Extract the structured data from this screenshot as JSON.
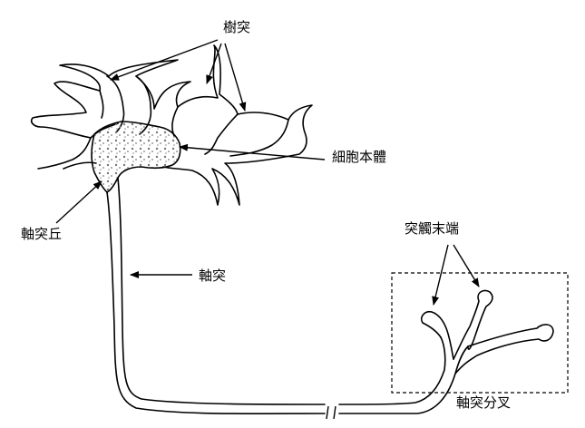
{
  "labels": {
    "dendrite": "樹突",
    "cell_body": "細胞本體",
    "axon_hillock": "軸突丘",
    "axon": "軸突",
    "synaptic_terminal": "突觸末端",
    "axon_collateral": "軸突分叉"
  },
  "colors": {
    "line": "#000000",
    "soma_stipple": "#888888",
    "background": "#ffffff"
  }
}
